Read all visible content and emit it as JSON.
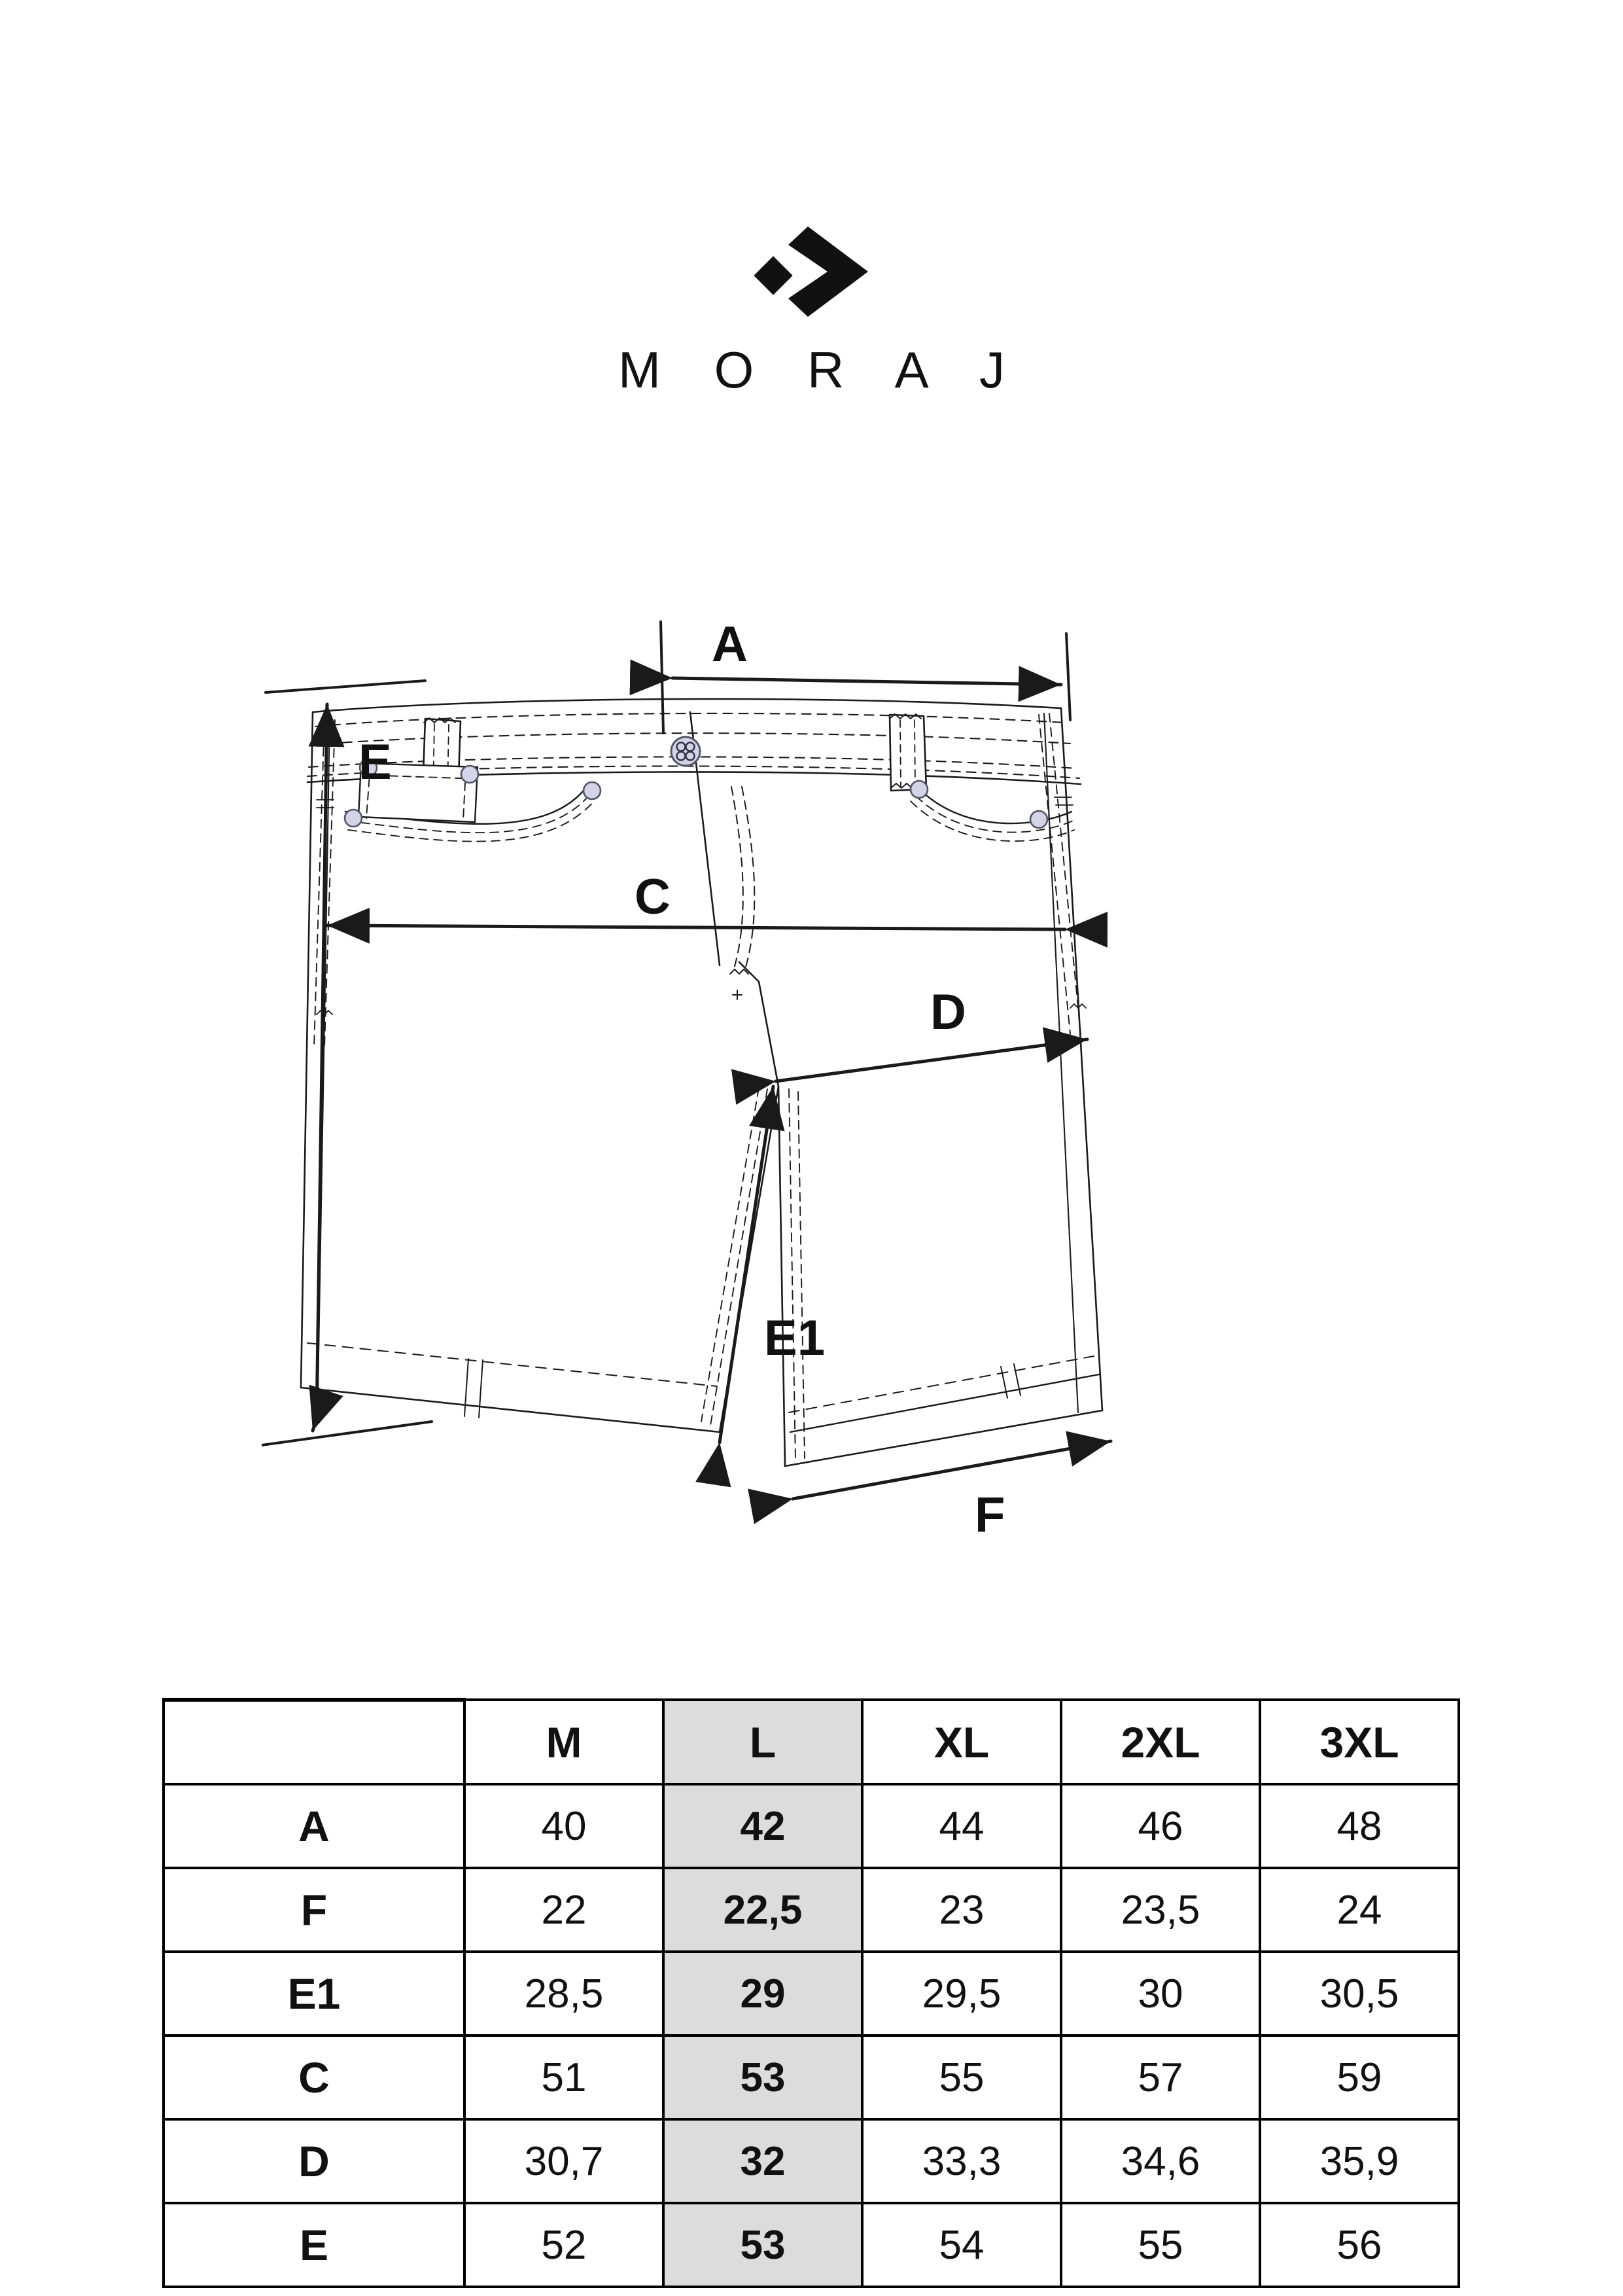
{
  "brand": {
    "name": "M O R A J",
    "logo_icon": "moraj-chevron-logo",
    "logo_color": "#111111"
  },
  "drawing": {
    "title": "mens-denim-shorts-technical-flat",
    "measurement_labels": [
      {
        "key": "A",
        "text": "A"
      },
      {
        "key": "E",
        "text": "E"
      },
      {
        "key": "C",
        "text": "C"
      },
      {
        "key": "D",
        "text": "D"
      },
      {
        "key": "E1",
        "text": "E1"
      },
      {
        "key": "F",
        "text": "F"
      }
    ],
    "colors": {
      "line": "#1a1a1a",
      "hardware": "#d5d3e8",
      "hardware_stroke": "#555566"
    }
  },
  "chart_data": {
    "type": "table",
    "title": "Size chart",
    "highlight_column": "L",
    "columns": [
      "",
      "M",
      "L",
      "XL",
      "2XL",
      "3XL"
    ],
    "rows": [
      {
        "label": "A",
        "values": [
          "40",
          "42",
          "44",
          "46",
          "48"
        ]
      },
      {
        "label": "F",
        "values": [
          "22",
          "22,5",
          "23",
          "23,5",
          "24"
        ]
      },
      {
        "label": "E1",
        "values": [
          "28,5",
          "29",
          "29,5",
          "30",
          "30,5"
        ]
      },
      {
        "label": "C",
        "values": [
          "51",
          "53",
          "55",
          "57",
          "59"
        ]
      },
      {
        "label": "D",
        "values": [
          "30,7",
          "32",
          "33,3",
          "34,6",
          "35,9"
        ]
      },
      {
        "label": "E",
        "values": [
          "52",
          "53",
          "54",
          "55",
          "56"
        ]
      }
    ]
  },
  "table": {
    "corner_label": "",
    "header": [
      "M",
      "L",
      "XL",
      "2XL",
      "3XL"
    ],
    "highlight_color": "#dcdcdc",
    "rows": [
      {
        "label": "A",
        "M": "40",
        "L": "42",
        "XL": "44",
        "XL2": "46",
        "XL3": "48"
      },
      {
        "label": "F",
        "M": "22",
        "L": "22,5",
        "XL": "23",
        "XL2": "23,5",
        "XL3": "24"
      },
      {
        "label": "E1",
        "M": "28,5",
        "L": "29",
        "XL": "29,5",
        "XL2": "30",
        "XL3": "30,5"
      },
      {
        "label": "C",
        "M": "51",
        "L": "53",
        "XL": "55",
        "XL2": "57",
        "XL3": "59"
      },
      {
        "label": "D",
        "M": "30,7",
        "L": "32",
        "XL": "33,3",
        "XL2": "34,6",
        "XL3": "35,9"
      },
      {
        "label": "E",
        "M": "52",
        "L": "53",
        "XL": "54",
        "XL2": "55",
        "XL3": "56"
      }
    ]
  }
}
